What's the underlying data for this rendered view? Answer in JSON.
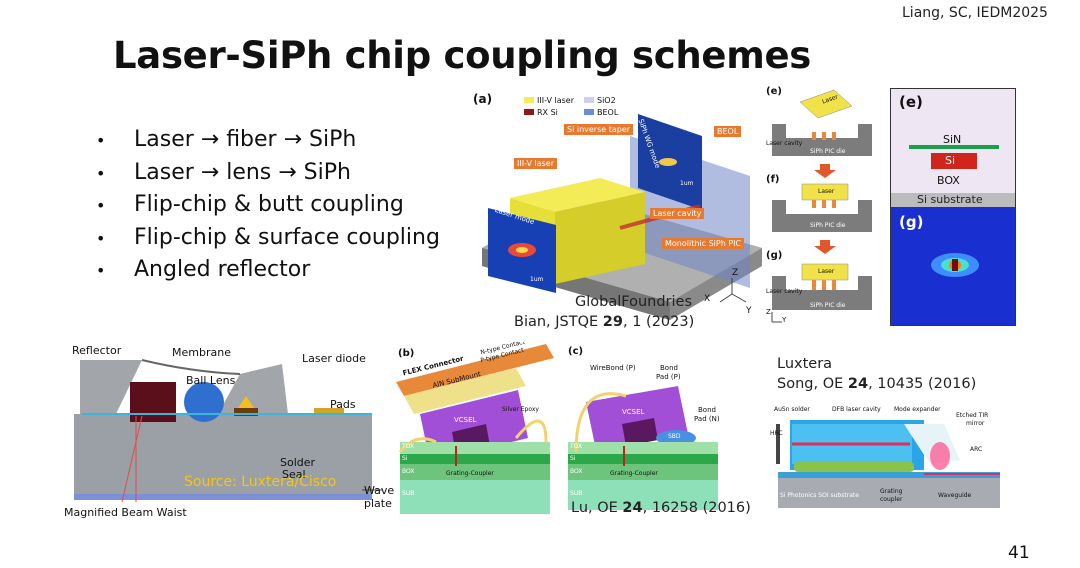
{
  "header": {
    "citation": "Liang, SC, IEDM2025"
  },
  "title": "Laser-SiPh chip coupling schemes",
  "bullets": [
    "Laser → fiber → SiPh",
    "Laser → lens → SiPh",
    "Flip-chip & butt coupling",
    "Flip-chip & surface coupling",
    "Angled reflector"
  ],
  "citations": {
    "gf_name": "GlobalFoundries",
    "gf_ref_pre": "Bian, JSTQE ",
    "gf_ref_bold": "29",
    "gf_ref_post": ", 1 (2023)",
    "lu_ref_pre": "Lu, OE ",
    "lu_ref_bold": "24",
    "lu_ref_post": ", 16258 (2016)",
    "luxtera_name": "Luxtera",
    "song_ref_pre": "Song, OE ",
    "song_ref_bold": "24",
    "song_ref_post": ", 10435 (2016)",
    "cisco_source": "Source: Luxtera/Cisco"
  },
  "figure_a": {
    "panel": "(a)",
    "legend": [
      "III-V laser",
      "SiO2",
      "RX Si",
      "BEOL"
    ],
    "labels": [
      "Si inverse taper",
      "SiPh WG mode",
      "BEOL",
      "III-V laser",
      "Laser mode",
      "Laser cavity",
      "Monolithic SiPh PIC",
      "1um",
      "1um"
    ],
    "axes": [
      "Z",
      "X",
      "Y"
    ]
  },
  "figure_efg": {
    "panels": [
      "(e)",
      "(f)",
      "(g)"
    ],
    "labels": [
      "Laser",
      "Laser cavity",
      "SiPh PIC die",
      "Laser",
      "SiPh PIC die",
      "Laser",
      "Laser cavity",
      "SiPh PIC die"
    ],
    "axes": [
      "Z",
      "Y"
    ]
  },
  "figure_mode": {
    "panels": [
      "(e)",
      "(g)"
    ],
    "labels": [
      "SiN",
      "Si",
      "BOX",
      "Si substrate"
    ]
  },
  "figure_cisco": {
    "labels": [
      "Reflector",
      "Membrane",
      "Laser diode",
      "Ball Lens",
      "Pads",
      "Solder",
      "Seal",
      "Wave",
      "plate",
      "Magnified Beam Waist"
    ]
  },
  "figure_b": {
    "panel": "(b)",
    "labels": [
      "N-type Contact",
      "P-type Contact",
      "FLEX Connector",
      "AlN SubMount",
      "Silver Epoxy",
      "VCSEL",
      "TOX",
      "Si",
      "BOX",
      "SUB",
      "Grating-Coupler"
    ]
  },
  "figure_c": {
    "panel": "(c)",
    "labels": [
      "WireBond (P)",
      "Bond",
      "Pad (P)",
      "Bond",
      "Pad (N)",
      "VCSEL",
      "SBD",
      "TOX",
      "Si",
      "BOX",
      "SUB",
      "Grating-Coupler"
    ]
  },
  "figure_luxtera": {
    "labels": [
      "AuSn solder",
      "DFB laser cavity",
      "Mode expander",
      "Etched TIR",
      "mirror",
      "HRC",
      "ARC",
      "Si Photonics SOI substrate",
      "Grating",
      "coupler",
      "Waveguide"
    ]
  },
  "page_number": "41"
}
